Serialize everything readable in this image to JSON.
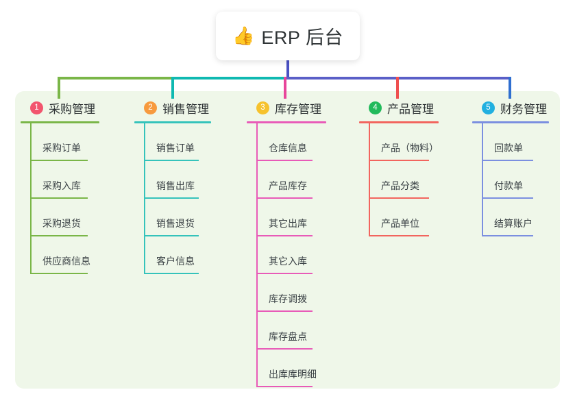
{
  "title": {
    "emoji": "👍",
    "icon_name": "thumbs-up-icon",
    "text": "ERP 后台"
  },
  "palette": {
    "panel_bg": "#eff7e9",
    "page_bg": "#ffffff",
    "text": "#2f3436",
    "bus_green": "#7ab648",
    "bus_teal": "#0fb9b1",
    "bus_purple": "#5a5fc7",
    "title_drop": "#4a51c4"
  },
  "columns": [
    {
      "number": "1",
      "title": "采购管理",
      "badge_color": "#f2556e",
      "line_color": "#7ab648",
      "drop_color": "#7ab648",
      "items": [
        "采购订单",
        "采购入库",
        "采购退货",
        "供应商信息"
      ]
    },
    {
      "number": "2",
      "title": "销售管理",
      "badge_color": "#f79a3e",
      "line_color": "#35c3bb",
      "drop_color": "#0fb9b1",
      "items": [
        "销售订单",
        "销售出库",
        "销售退货",
        "客户信息"
      ]
    },
    {
      "number": "3",
      "title": "库存管理",
      "badge_color": "#f6c22d",
      "line_color": "#e85bb8",
      "drop_color": "#e8459b",
      "items": [
        "仓库信息",
        "产品库存",
        "其它出库",
        "其它入库",
        "库存调拨",
        "库存盘点",
        "出库库明细"
      ]
    },
    {
      "number": "4",
      "title": "产品管理",
      "badge_color": "#21ba5b",
      "line_color": "#f2655e",
      "drop_color": "#ef4f4f",
      "items": [
        "产品（物料）",
        "产品分类",
        "产品单位"
      ]
    },
    {
      "number": "5",
      "title": "财务管理",
      "badge_color": "#22b0e0",
      "line_color": "#7b8fe0",
      "drop_color": "#2f6fd0",
      "items": [
        "回款单",
        "付款单",
        "结算账户"
      ]
    }
  ]
}
